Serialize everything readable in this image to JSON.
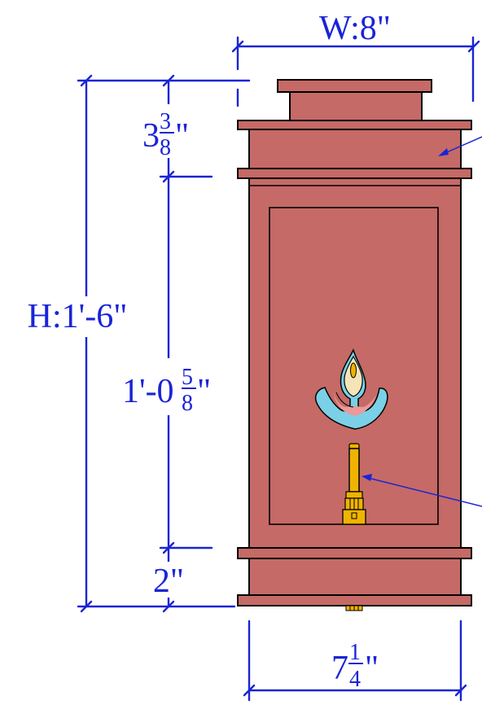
{
  "dimensions": {
    "width": "W:8\"",
    "height": "H:1'-6\"",
    "top_section": {
      "whole": "3",
      "num": "3",
      "den": "8",
      "unit": "\""
    },
    "middle_section": {
      "whole": "1'-0",
      "num": "5",
      "den": "8",
      "unit": "\""
    },
    "bottom_section": "2\"",
    "base_width": {
      "whole": "7",
      "num": "1",
      "den": "4",
      "unit": "\""
    }
  },
  "colors": {
    "dimension_lines": "#1a24d6",
    "lantern_body": "#c56a66",
    "brass": "#f0b400",
    "flame_outer": "#7ad0e6",
    "flame_inner": "#f4e4b8"
  },
  "icons": {
    "flame": "open-flame-icon",
    "burner": "gas-burner-icon"
  }
}
